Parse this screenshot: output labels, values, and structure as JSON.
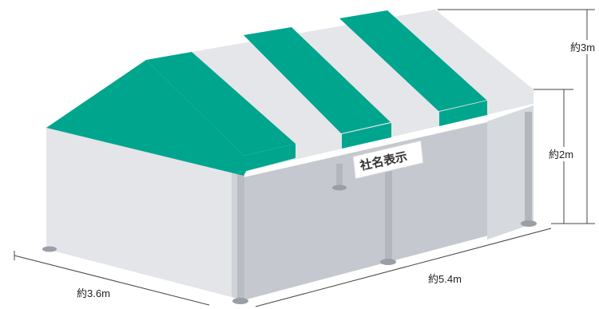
{
  "tent": {
    "sign_label": "社名表示",
    "colors": {
      "green": "#00a58e",
      "green_dark": "#008f7a",
      "white_stripe": "#e4e6ea",
      "wall_front": "#e3e5e9",
      "wall_back": "#c5c8ce",
      "pole": "#b9bcc2"
    }
  },
  "dimensions": {
    "height_total": "約3m",
    "height_eave": "約2m",
    "width": "約3.6m",
    "length": "約5.4m"
  }
}
